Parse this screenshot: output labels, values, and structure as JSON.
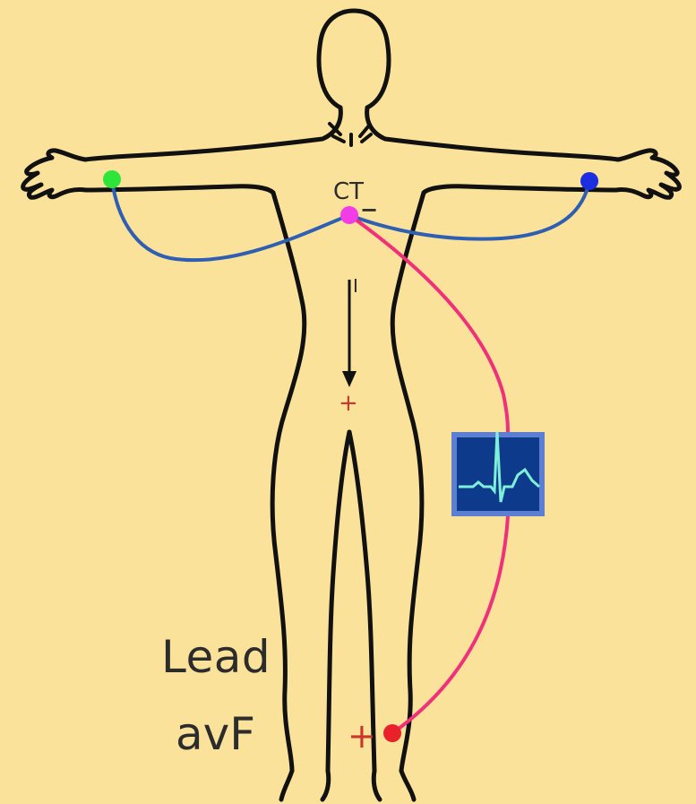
{
  "diagram": {
    "ct_label": "CT",
    "ct_minus": "−",
    "arrow_label": "I",
    "plus_mid": "+",
    "plus_bottom": "+",
    "lead_title": "Lead",
    "lead_name": "avF"
  },
  "colors": {
    "background": "#FBE29A",
    "outline": "#111111",
    "blue_wire": "#2E5FB3",
    "pink_wire": "#F0307A",
    "right_arm_electrode": "#2EE63A",
    "left_arm_electrode": "#1C2FE0",
    "central_terminal": "#F23DE6",
    "leg_electrode": "#E8212A",
    "monitor_bg": "#0E3A8C",
    "monitor_trace": "#7FF0D8",
    "plus_color": "#C9362C"
  },
  "icons": [
    "ecg-monitor-icon",
    "body-outline"
  ]
}
